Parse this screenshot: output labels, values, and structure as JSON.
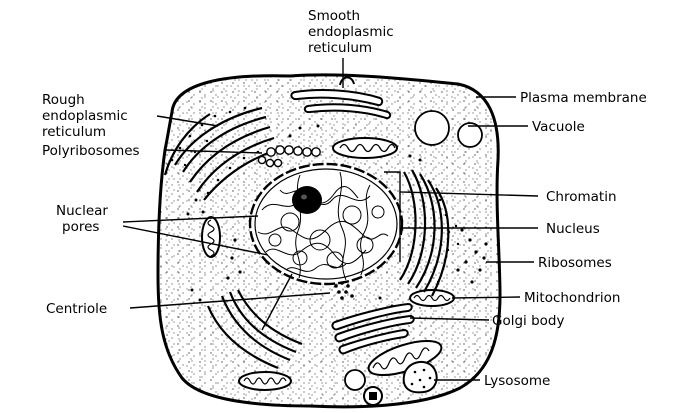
{
  "labels": {
    "smooth_er": [
      "Smooth",
      "endoplasmic",
      "reticulum"
    ],
    "rough_er": [
      "Rough",
      "endoplasmic",
      "reticulum"
    ],
    "polyribosomes": "Polyribosomes",
    "nuclear_pores": [
      "Nuclear",
      "pores"
    ],
    "centriole": "Centriole",
    "plasma_membrane": "Plasma membrane",
    "vacuole": "Vacuole",
    "chromatin": "Chromatin",
    "nucleus": "Nucleus",
    "ribosomes": "Ribosomes",
    "mitochondrion": "Mitochondrion",
    "golgi_body": "Golgi body",
    "lysosome": "Lysosome"
  },
  "colors": {
    "ink": "#000000",
    "background": "#ffffff"
  }
}
